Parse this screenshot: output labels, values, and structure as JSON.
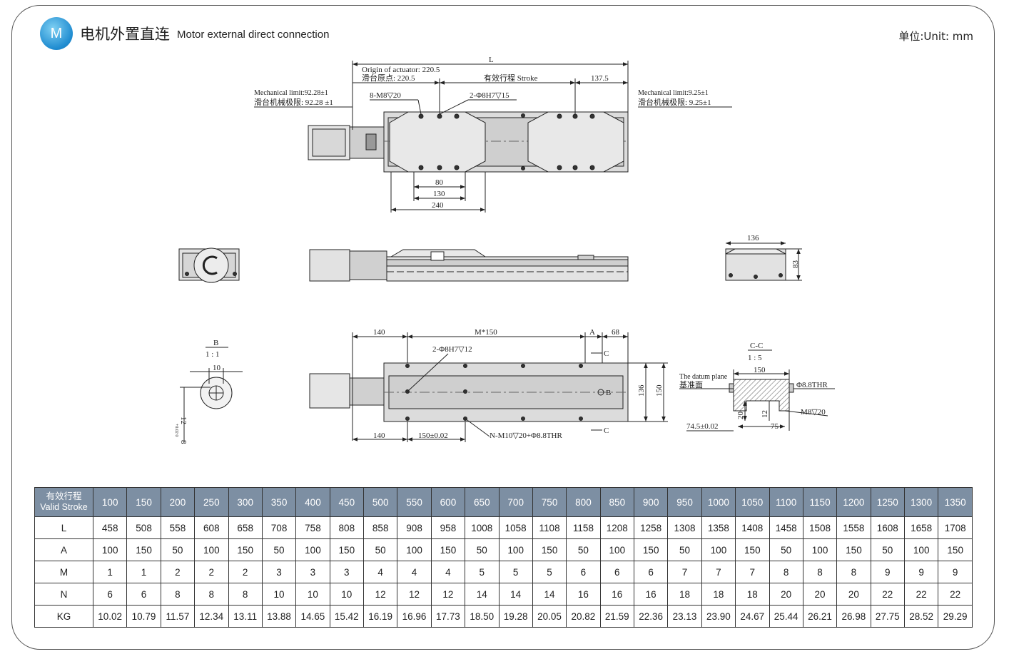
{
  "header": {
    "badge": "M",
    "title_cn": "电机外置直连",
    "title_en": "Motor external direct connection",
    "unit": "单位:Unit: mm"
  },
  "drawing": {
    "top": {
      "L": "L",
      "origin_en": "Origin of actuator: 220.5",
      "origin_cn": "滑台原点:  220.5",
      "stroke": "有效行程 Stroke",
      "dim_1375": "137.5",
      "mech_left_en": "Mechanical limit:92.28±1",
      "mech_left_cn": "滑台机械极限: 92.28 ±1",
      "mech_right_en": "Mechanical limit:9.25±1",
      "mech_right_cn": "滑台机械极限: 9.25±1",
      "holes_m8": "8-M8▽20",
      "holes_8h7": "2-Φ8H7▽15",
      "dim_80": "80",
      "dim_130": "130",
      "dim_240": "240"
    },
    "side": {
      "dim_136": "136",
      "dim_83": "83"
    },
    "detail_b": {
      "label": "B",
      "scale": "1 : 1",
      "dim_10": "10",
      "dim_12": "12",
      "dim_8": "8",
      "tol": "+0.02\n0"
    },
    "bottom": {
      "dim_140a": "140",
      "dim_m150": "M*150",
      "dim_a": "A",
      "dim_68": "68",
      "holes_8h7": "2-Φ8H7▽12",
      "sec_c": "C",
      "sec_b": "B",
      "dim_136": "136",
      "dim_150": "150",
      "dim_140b": "140",
      "dim_150t": "150±0.02",
      "holes_m10": "N-M10▽20+Φ8.8THR"
    },
    "section_cc": {
      "label": "C-C",
      "scale": "1 : 5",
      "dim_150": "150",
      "datum_en": "The datum plane",
      "datum_cn": "基准面",
      "thr": "Φ8.8THR",
      "dim_20": "20",
      "dim_12": "12",
      "m8": "M8▽20",
      "dim_745": "74.5±0.02",
      "dim_75": "75"
    }
  },
  "table": {
    "row_head_cn": "有效行程",
    "row_head_en": "Valid Stroke",
    "strokes": [
      "100",
      "150",
      "200",
      "250",
      "300",
      "350",
      "400",
      "450",
      "500",
      "550",
      "600",
      "650",
      "700",
      "750",
      "800",
      "850",
      "900",
      "950",
      "1000",
      "1050",
      "1100",
      "1150",
      "1200",
      "1250",
      "1300",
      "1350"
    ],
    "rows": [
      {
        "label": "L",
        "values": [
          "458",
          "508",
          "558",
          "608",
          "658",
          "708",
          "758",
          "808",
          "858",
          "908",
          "958",
          "1008",
          "1058",
          "1108",
          "1158",
          "1208",
          "1258",
          "1308",
          "1358",
          "1408",
          "1458",
          "1508",
          "1558",
          "1608",
          "1658",
          "1708"
        ]
      },
      {
        "label": "A",
        "values": [
          "100",
          "150",
          "50",
          "100",
          "150",
          "50",
          "100",
          "150",
          "50",
          "100",
          "150",
          "50",
          "100",
          "150",
          "50",
          "100",
          "150",
          "50",
          "100",
          "150",
          "50",
          "100",
          "150",
          "50",
          "100",
          "150"
        ]
      },
      {
        "label": "M",
        "values": [
          "1",
          "1",
          "2",
          "2",
          "2",
          "3",
          "3",
          "3",
          "4",
          "4",
          "4",
          "5",
          "5",
          "5",
          "6",
          "6",
          "6",
          "7",
          "7",
          "7",
          "8",
          "8",
          "8",
          "9",
          "9",
          "9"
        ]
      },
      {
        "label": "N",
        "values": [
          "6",
          "6",
          "8",
          "8",
          "8",
          "10",
          "10",
          "10",
          "12",
          "12",
          "12",
          "14",
          "14",
          "14",
          "16",
          "16",
          "16",
          "18",
          "18",
          "18",
          "20",
          "20",
          "20",
          "22",
          "22",
          "22"
        ]
      },
      {
        "label": "KG",
        "values": [
          "10.02",
          "10.79",
          "11.57",
          "12.34",
          "13.11",
          "13.88",
          "14.65",
          "15.42",
          "16.19",
          "16.96",
          "17.73",
          "18.50",
          "19.28",
          "20.05",
          "20.82",
          "21.59",
          "22.36",
          "23.13",
          "23.90",
          "24.67",
          "25.44",
          "26.21",
          "26.98",
          "27.75",
          "28.52",
          "29.29"
        ]
      }
    ]
  }
}
